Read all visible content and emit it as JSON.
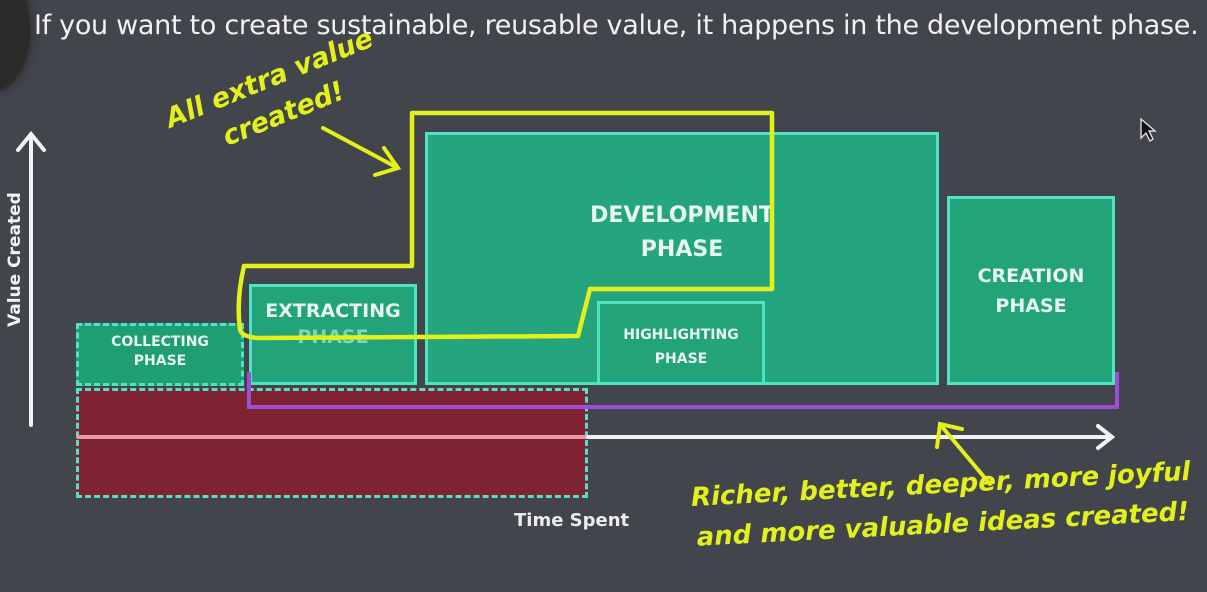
{
  "headline": "If you want to create sustainable, reusable value, it happens in the development phase.",
  "axes": {
    "y_label": "Value Created",
    "x_label": "Time Spent"
  },
  "phases": {
    "collecting": [
      "COLLECTING",
      "PHASE"
    ],
    "extracting": [
      "EXTRACTING",
      "PHASE"
    ],
    "development": [
      "DEVELOPMENT",
      "PHASE"
    ],
    "highlighting": [
      "HIGHLIGHTING",
      "PHASE"
    ],
    "creation": [
      "CREATION",
      "PHASE"
    ]
  },
  "annotations": {
    "extra_value": [
      "All extra value",
      "created!"
    ],
    "richer": [
      "Richer, better, deeper, more joyful",
      "and more valuable ideas created!"
    ]
  },
  "colors": {
    "background": "#42454c",
    "phase_fill": "#23a37a",
    "phase_border": "#4fe3c4",
    "cost_region": "#7f2232",
    "highlight_outline": "#e4f01a",
    "bracket": "#9b4fd6",
    "axis": "#f2f2f2"
  },
  "icons": [
    "mouse-cursor-icon"
  ]
}
